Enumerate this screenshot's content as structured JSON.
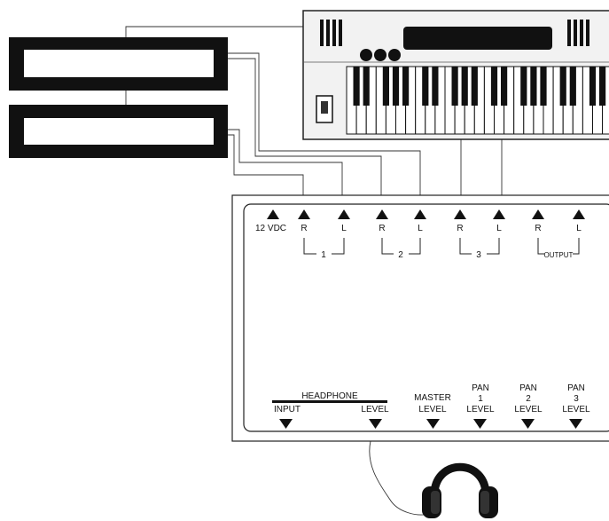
{
  "colors": {
    "ink": "#111111",
    "panel": "#ffffff",
    "keyboard_body": "#f2f2f2"
  },
  "top_jacks": {
    "power": "12 VDC",
    "channel_1": {
      "right": "R",
      "left": "L",
      "number": "1"
    },
    "channel_2": {
      "right": "R",
      "left": "L",
      "number": "2"
    },
    "channel_3": {
      "right": "R",
      "left": "L",
      "number": "3"
    },
    "output": {
      "right": "R",
      "left": "L",
      "label": "OUTPUT"
    }
  },
  "bottom_controls": {
    "headphone": {
      "title": "HEADPHONE",
      "input": "INPUT",
      "level": "LEVEL"
    },
    "master": {
      "line1": "MASTER",
      "line2": "LEVEL"
    },
    "pan_1": {
      "line1": "PAN",
      "line2": "1",
      "line3": "LEVEL"
    },
    "pan_2": {
      "line1": "PAN",
      "line2": "2",
      "line3": "LEVEL"
    },
    "pan_3": {
      "line1": "PAN",
      "line2": "3",
      "line3": "LEVEL"
    }
  },
  "icons": [
    "keyboard-icon",
    "sound-module-icon",
    "headphones-icon",
    "arrow-up-icon",
    "arrow-down-icon"
  ]
}
